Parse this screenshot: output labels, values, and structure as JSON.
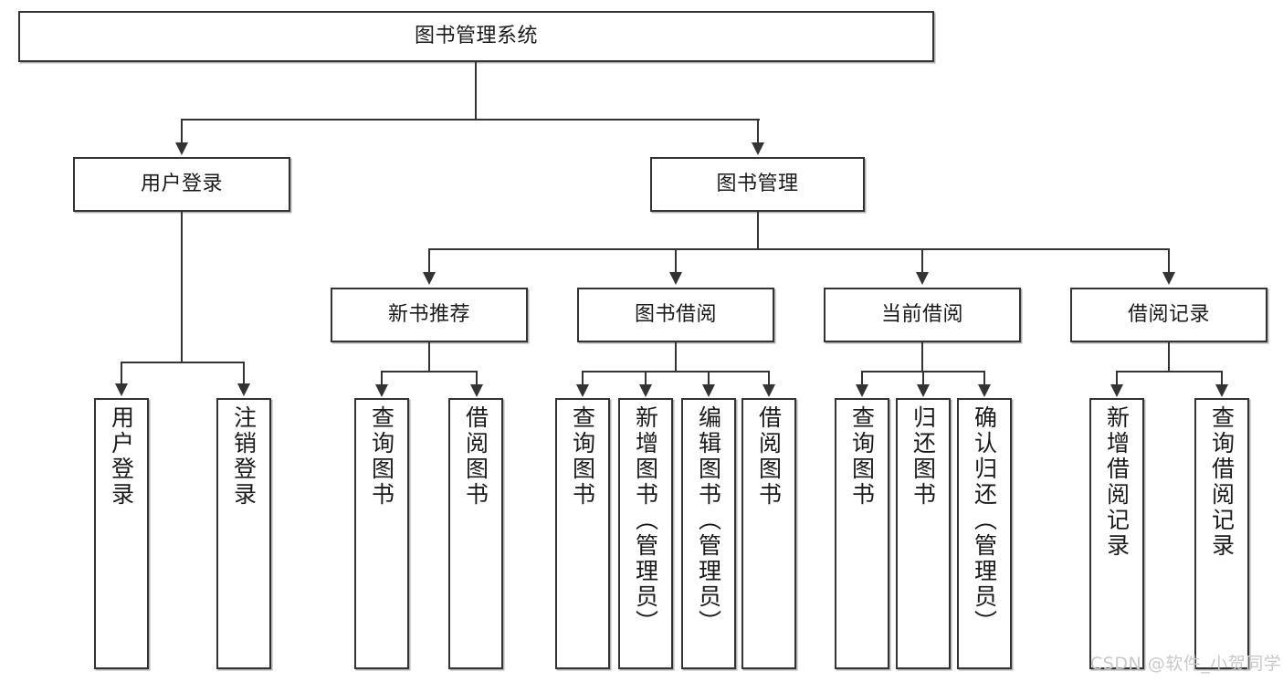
{
  "diagram": {
    "type": "tree-hierarchy",
    "title": "图书管理系统",
    "root": {
      "label": "图书管理系统"
    },
    "level2": [
      {
        "label": "用户登录"
      },
      {
        "label": "图书管理"
      }
    ],
    "level3": [
      {
        "label": "新书推荐"
      },
      {
        "label": "图书借阅"
      },
      {
        "label": "当前借阅"
      },
      {
        "label": "借阅记录"
      }
    ],
    "leaves": {
      "user_login": [
        {
          "label": "用户登录"
        },
        {
          "label": "注销登录"
        }
      ],
      "new_book_recommend": [
        {
          "label": "查询图书"
        },
        {
          "label": "借阅图书"
        }
      ],
      "book_borrow": [
        {
          "label": "查询图书"
        },
        {
          "label": "新增图书（管理员）"
        },
        {
          "label": "编辑图书（管理员）"
        },
        {
          "label": "借阅图书"
        }
      ],
      "current_borrow": [
        {
          "label": "查询图书"
        },
        {
          "label": "归还图书"
        },
        {
          "label": "确认归还（管理员）"
        }
      ],
      "borrow_record": [
        {
          "label": "新增借阅记录"
        },
        {
          "label": "查询借阅记录"
        }
      ]
    }
  },
  "watermark": {
    "text": "CSDN @软件_小贺同学"
  },
  "colors": {
    "stroke": "#333333",
    "background": "#ffffff",
    "text": "#1a1a1a",
    "watermark": "#c9c9c9"
  }
}
